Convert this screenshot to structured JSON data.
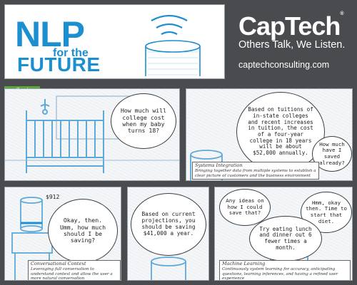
{
  "header": {
    "title_line1": "NLP",
    "title_line2": "for the",
    "title_line3": "FUTURE",
    "brand": "CapTech",
    "brand_mark": "®",
    "slogan": "Others Talk, We Listen.",
    "website": "captechconsulting.com"
  },
  "section_label": "Saving",
  "panels": {
    "saving": {
      "speech": "How much will college cost when my baby turns 18?"
    },
    "systems": {
      "speech_main": "Based on tuitions of in-state colleges and recent increases in tuition, the cost of a four-year college in 18 years will be about $52,000 annually.",
      "speech_reply": "How much have I saved already?",
      "tag_title": "Systems Integration",
      "tag_text": "Bringing together data from multiple systems to establish a clear picture of customers and the business environment"
    },
    "conversational": {
      "screen_amount": "$912",
      "speech": "Okay, then. Umm, how much should I be saving?",
      "tag_title": "Conversational Context",
      "tag_text": "Leveraging full conversation to understand context and allow the user a more natural conversation"
    },
    "projection": {
      "speech": "Based on current projections, you should be saving $41,000 a year."
    },
    "machine": {
      "speech_question": "Any ideas on how I could save that?",
      "speech_diet": "Hmm, okay then. Time to start that diet.",
      "speech_advice": "Try eating lunch and dinner out 6 fewer times a month.",
      "tag_title": "Machine Learning",
      "tag_text": "Continuously system learning for accuracy, anticipating questions, learning inferences, and having a refined user experience"
    }
  },
  "colors": {
    "background": "#4a4b4f",
    "title_blue": "#1c8fd0",
    "sketch_blue": "#5ea9d8",
    "label_green": "#5aa83b",
    "panel": "#f4f6f8"
  }
}
